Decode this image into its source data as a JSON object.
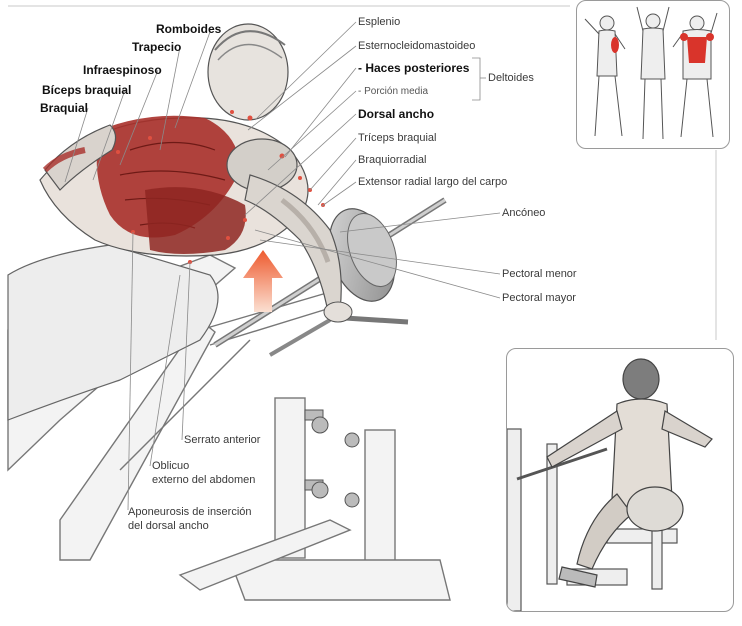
{
  "labels": {
    "romboides": "Romboides",
    "trapecio": "Trapecio",
    "infraespinoso": "Infraespinoso",
    "biceps_braquial": "Bíceps braquial",
    "braquial": "Braquial",
    "esplenio": "Esplenio",
    "esternocleidomastoideo": "Esternocleidomastoideo",
    "haces_posteriores": "- Haces posteriores",
    "porcion_media": "- Porción media",
    "deltoides": "Deltoides",
    "dorsal_ancho": "Dorsal ancho",
    "triceps_braquial": "Tríceps braquial",
    "braquiorradial": "Braquiorradial",
    "extensor_radial": "Extensor radial largo del carpo",
    "anconeo": "Ancóneo",
    "pectoral_menor": "Pectoral menor",
    "pectoral_mayor": "Pectoral mayor",
    "serrato_anterior": "Serrato anterior",
    "oblicuo_line1": "Oblicuo",
    "oblicuo_line2": "externo del abdomen",
    "aponeurosis_line1": "Aponeurosis de inserción",
    "aponeurosis_line2": "del dorsal ancho"
  },
  "colors": {
    "muscle_red": "#a8302a",
    "highlight_red": "#d9342b",
    "arrow_orange": "#ef6a3c",
    "line_gray": "#8a8a8a"
  }
}
